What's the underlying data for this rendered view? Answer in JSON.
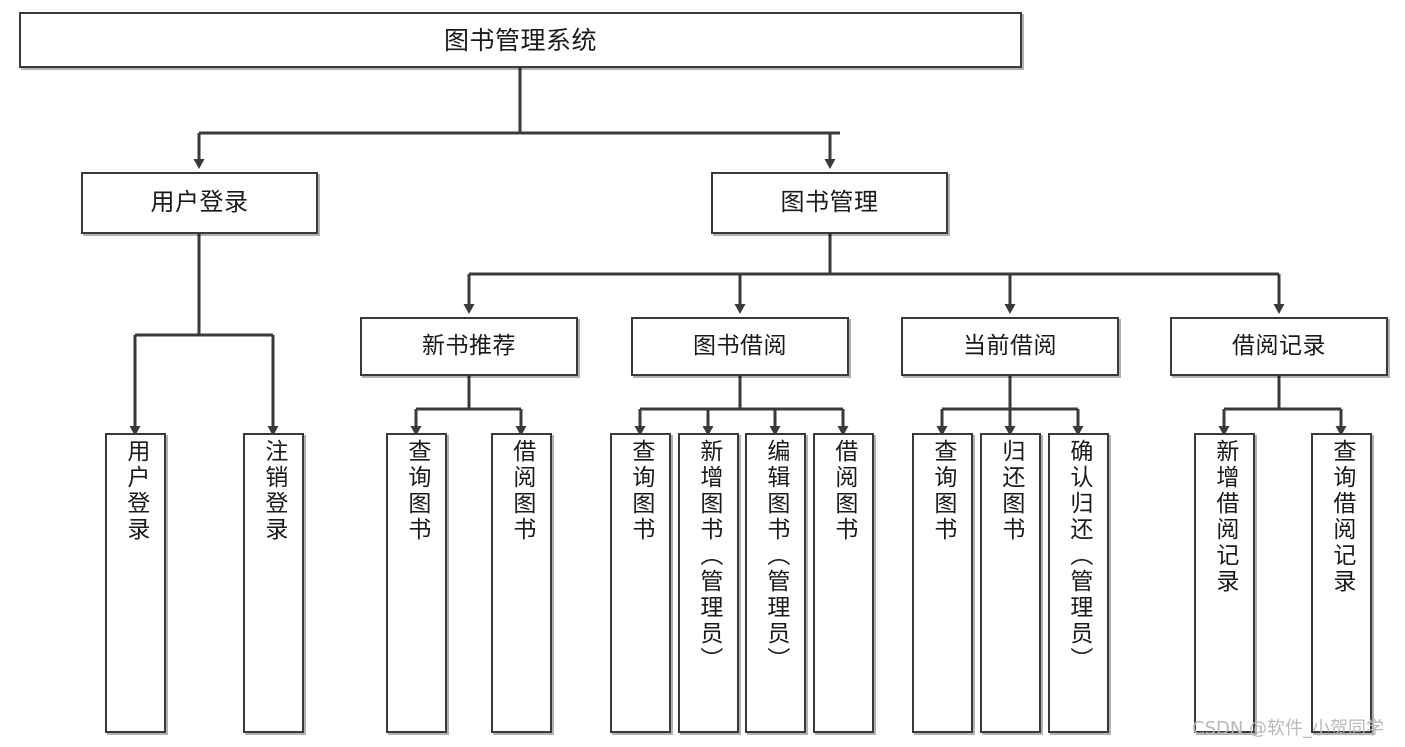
{
  "diagram": {
    "type": "tree-hierarchy-chart",
    "title": "图书管理系统",
    "orientation": "top-down",
    "colors": {
      "box_border": "#3a3a3a",
      "box_fill": "#ffffff",
      "edge": "#3a3a3a",
      "text": "#1a1a1a",
      "watermark": "#b9b9b9",
      "background": "#ffffff"
    }
  },
  "root": {
    "label": "图书管理系统"
  },
  "level1": [
    {
      "label": "用户登录"
    },
    {
      "label": "图书管理"
    }
  ],
  "level2": [
    {
      "label": "新书推荐"
    },
    {
      "label": "图书借阅"
    },
    {
      "label": "当前借阅"
    },
    {
      "label": "借阅记录"
    }
  ],
  "leaves": {
    "user_login": [
      {
        "label": "用户登录"
      },
      {
        "label": "注销登录"
      }
    ],
    "new_book_recommend": [
      {
        "label": "查询图书"
      },
      {
        "label": "借阅图书"
      }
    ],
    "book_borrow": [
      {
        "label": "查询图书"
      },
      {
        "label": "新增图书（管理员）"
      },
      {
        "label": "编辑图书（管理员）"
      },
      {
        "label": "借阅图书"
      }
    ],
    "current_borrow": [
      {
        "label": "查询图书"
      },
      {
        "label": "归还图书"
      },
      {
        "label": "确认归还（管理员）"
      }
    ],
    "borrow_records": [
      {
        "label": "新增借阅记录"
      },
      {
        "label": "查询借阅记录"
      }
    ]
  },
  "watermark": {
    "text": "CSDN @软件_小贺同学"
  }
}
